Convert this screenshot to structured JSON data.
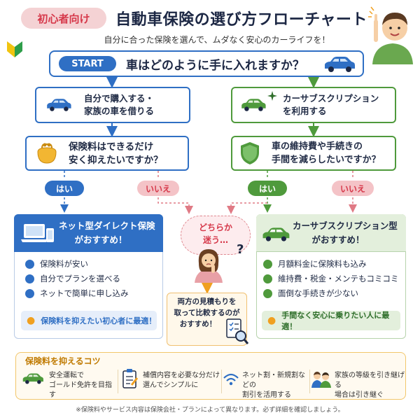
{
  "header": {
    "badge": "初心者向け",
    "title": "自動車保険の選び方フローチャート",
    "subtitle": "自分に合った保険を選んで、ムダなく安心のカーライフを！"
  },
  "start": {
    "label": "START",
    "question": "車はどのように手に入れますか？"
  },
  "left_path": {
    "step1_line1": "自分で購入する・",
    "step1_line2": "家族の車を借りる",
    "q_line1": "保険料はできるだけ",
    "q_line2": "安く抑えたいですか？",
    "yes": "はい",
    "no": "いいえ"
  },
  "right_path": {
    "step1_line1": "カーサブスクリプション",
    "step1_line2": "を利用する",
    "q_line1": "車の維持費や手続きの",
    "q_line2": "手間を減らしたいですか？",
    "yes": "はい",
    "no": "いいえ"
  },
  "result_left": {
    "head_line1": "ネット型ダイレクト保険",
    "head_line2": "がおすすめ！",
    "points": [
      "保険料が安い",
      "自分でプランを選べる",
      "ネットで簡単に申し込み"
    ],
    "tip": "保険料を抑えたい初心者に最適！"
  },
  "result_right": {
    "head_line1": "カーサブスクリプション型",
    "head_line2": "がおすすめ！",
    "points": [
      "月額料金に保険料も込み",
      "維持費・税金・メンテもコミコミ",
      "面倒な手続きが少ない"
    ],
    "tip": "手間なく安心に乗りたい人に最適！"
  },
  "middle": {
    "bubble_line1": "どちらか",
    "bubble_line2": "迷う…",
    "q_mark": "?",
    "box_line1": "両方の見積もりを",
    "box_line2": "取って比較するのが",
    "box_line3": "おすすめ！"
  },
  "tips": {
    "title": "保険料を抑えるコツ",
    "items": [
      {
        "line1": "安全運転で",
        "line2": "ゴールド免許を目指す"
      },
      {
        "line1": "補償内容を必要な分だけ",
        "line2": "選んでシンプルに"
      },
      {
        "line1": "ネット割・新規割などの",
        "line2": "割引を活用する"
      },
      {
        "line1": "家族の等級を引き継げる",
        "line2": "場合は引き継ぐ"
      }
    ]
  },
  "footnote": "※保険料やサービス内容は保険会社・プランによって異なります。必ず詳細を確認しましょう。",
  "colors": {
    "blue": "#2f6fc4",
    "green": "#4f9a3c",
    "pink": "#d6384a",
    "orange": "#f0a020"
  },
  "icons": [
    "beginner-leaf-icon",
    "person-pointing-icon",
    "car-icon",
    "sparkle-icon",
    "coin-purse-icon",
    "shield-icon",
    "laptop-phone-icon",
    "check-icon",
    "lightbulb-icon",
    "thinking-woman-icon",
    "checklist-magnifier-icon",
    "clipboard-icon",
    "wifi-icon",
    "family-icon"
  ]
}
